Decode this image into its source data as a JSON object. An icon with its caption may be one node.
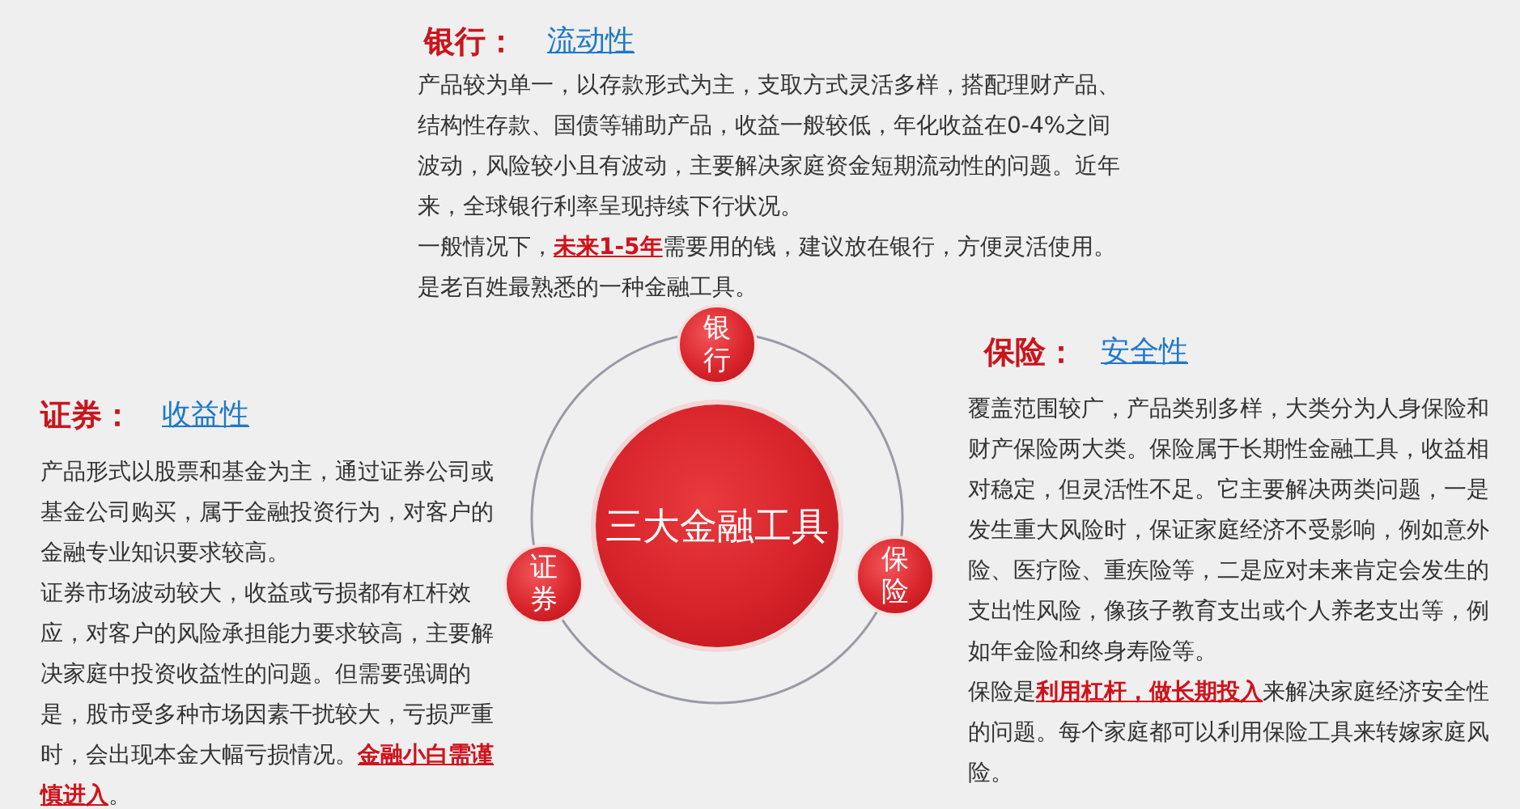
{
  "diagram": {
    "nodes": [
      {
        "text": [
          "银行"
        ],
        "beside": [
          "银行：",
          "流动性",
          "产品较为单一，以存款形式为主，支取方式灵活多样，搭配理财产品、结构性存款、国债等辅助产品，收益一般较低，年化收益在0-4%之间波动，风险较小且有波动，主要解决家庭资金短期流动性的问题。近年来，全球银行利率呈现持续下行状况。",
          "一般情况下，**未来1-5年**需要用的钱，建议放在银行，方便灵活使用。是老百姓最熟悉的一种金融工具。"
        ]
      },
      {
        "text": [
          "三大金融工具"
        ]
      },
      {
        "text": [
          "证券"
        ],
        "beside": [
          "证券：",
          "收益性",
          "产品形式以股票和基金为主，通过证券公司或基金公司购买，属于金融投资行为，对客户的金融专业知识要求较高。",
          "证券市场波动较大，收益或亏损都有杠杆效应，对客户的风险承担能力要求较高，主要解决家庭中投资收益性的问题。但需要强调的是，股市受多种市场因素干扰较大，亏损严重时，会出现本金大幅亏损情况。**金融小白需谨慎进入**。"
        ]
      },
      {
        "text": [
          "保险"
        ],
        "beside": [
          "保险：",
          "安全性",
          "覆盖范围较广，产品类别多样，大类分为人身保险和财产保险两大类。保险属于长期性金融工具，收益相对稳定，但灵活性不足。它主要解决两类问题，一是发生重大风险时，保证家庭经济不受影响，例如意外险、医疗险、重疾险等，二是应对未来肯定会发生的支出性风险，像孩子教育支出或个人养老支出等，例如年金险和终身寿险等。",
          "保险是**利用杠杆，做长期投入**来解决家庭经济安全性的问题。每个家庭都可以利用保险工具来转嫁家庭风险。"
        ]
      }
    ]
  }
}
